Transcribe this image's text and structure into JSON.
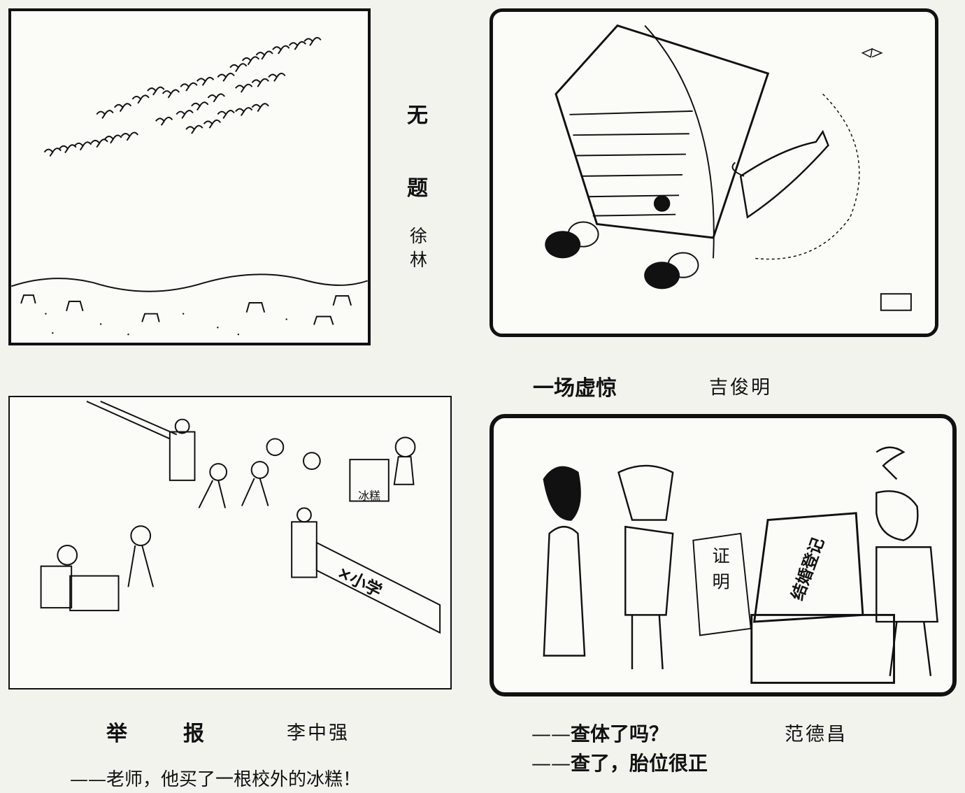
{
  "cartoons": [
    {
      "title_chars": [
        "无",
        "题"
      ],
      "author_chars": [
        "徐",
        "林"
      ],
      "board_text": ""
    },
    {
      "title": "一场虚惊",
      "author": "吉俊明"
    },
    {
      "title_chars": [
        "举",
        "报"
      ],
      "author": "李中强",
      "caption": "——老师，他买了一根校外的冰糕！",
      "cart_label": "冰糕",
      "gate_label": "×小学"
    },
    {
      "author": "范德昌",
      "dialogue": [
        "查体了吗？",
        "查了，胎位很正"
      ],
      "dash": "——",
      "paper_chars": [
        "证",
        "明"
      ],
      "desk_sign": "结婚登记"
    }
  ]
}
